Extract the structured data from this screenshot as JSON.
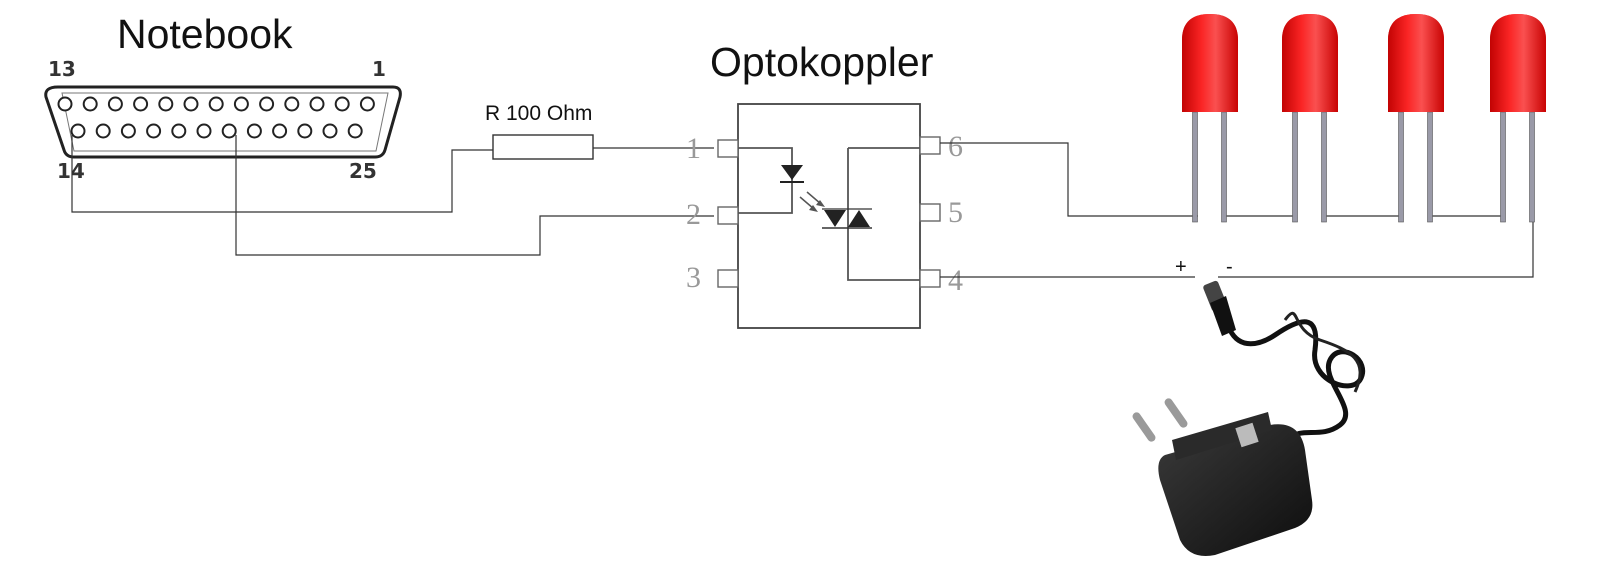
{
  "titles": {
    "notebook": "Notebook",
    "optocoupler": "Optokoppler",
    "resistor": "R 100 Ohm"
  },
  "connector": {
    "pin_top_left": "13",
    "pin_top_right": "1",
    "pin_bottom_left": "14",
    "pin_bottom_right": "25"
  },
  "optocoupler_pins": {
    "p1": "1",
    "p2": "2",
    "p3": "3",
    "p4": "4",
    "p5": "5",
    "p6": "6"
  },
  "power": {
    "plus": "+",
    "minus": "-"
  },
  "colors": {
    "led_red": "#e81010",
    "wire": "#333333",
    "adapter": "#1a1a1a"
  },
  "icons": [
    "db25-connector-icon",
    "optocoupler-icon",
    "resistor-icon",
    "led-icon",
    "power-adapter-icon"
  ]
}
